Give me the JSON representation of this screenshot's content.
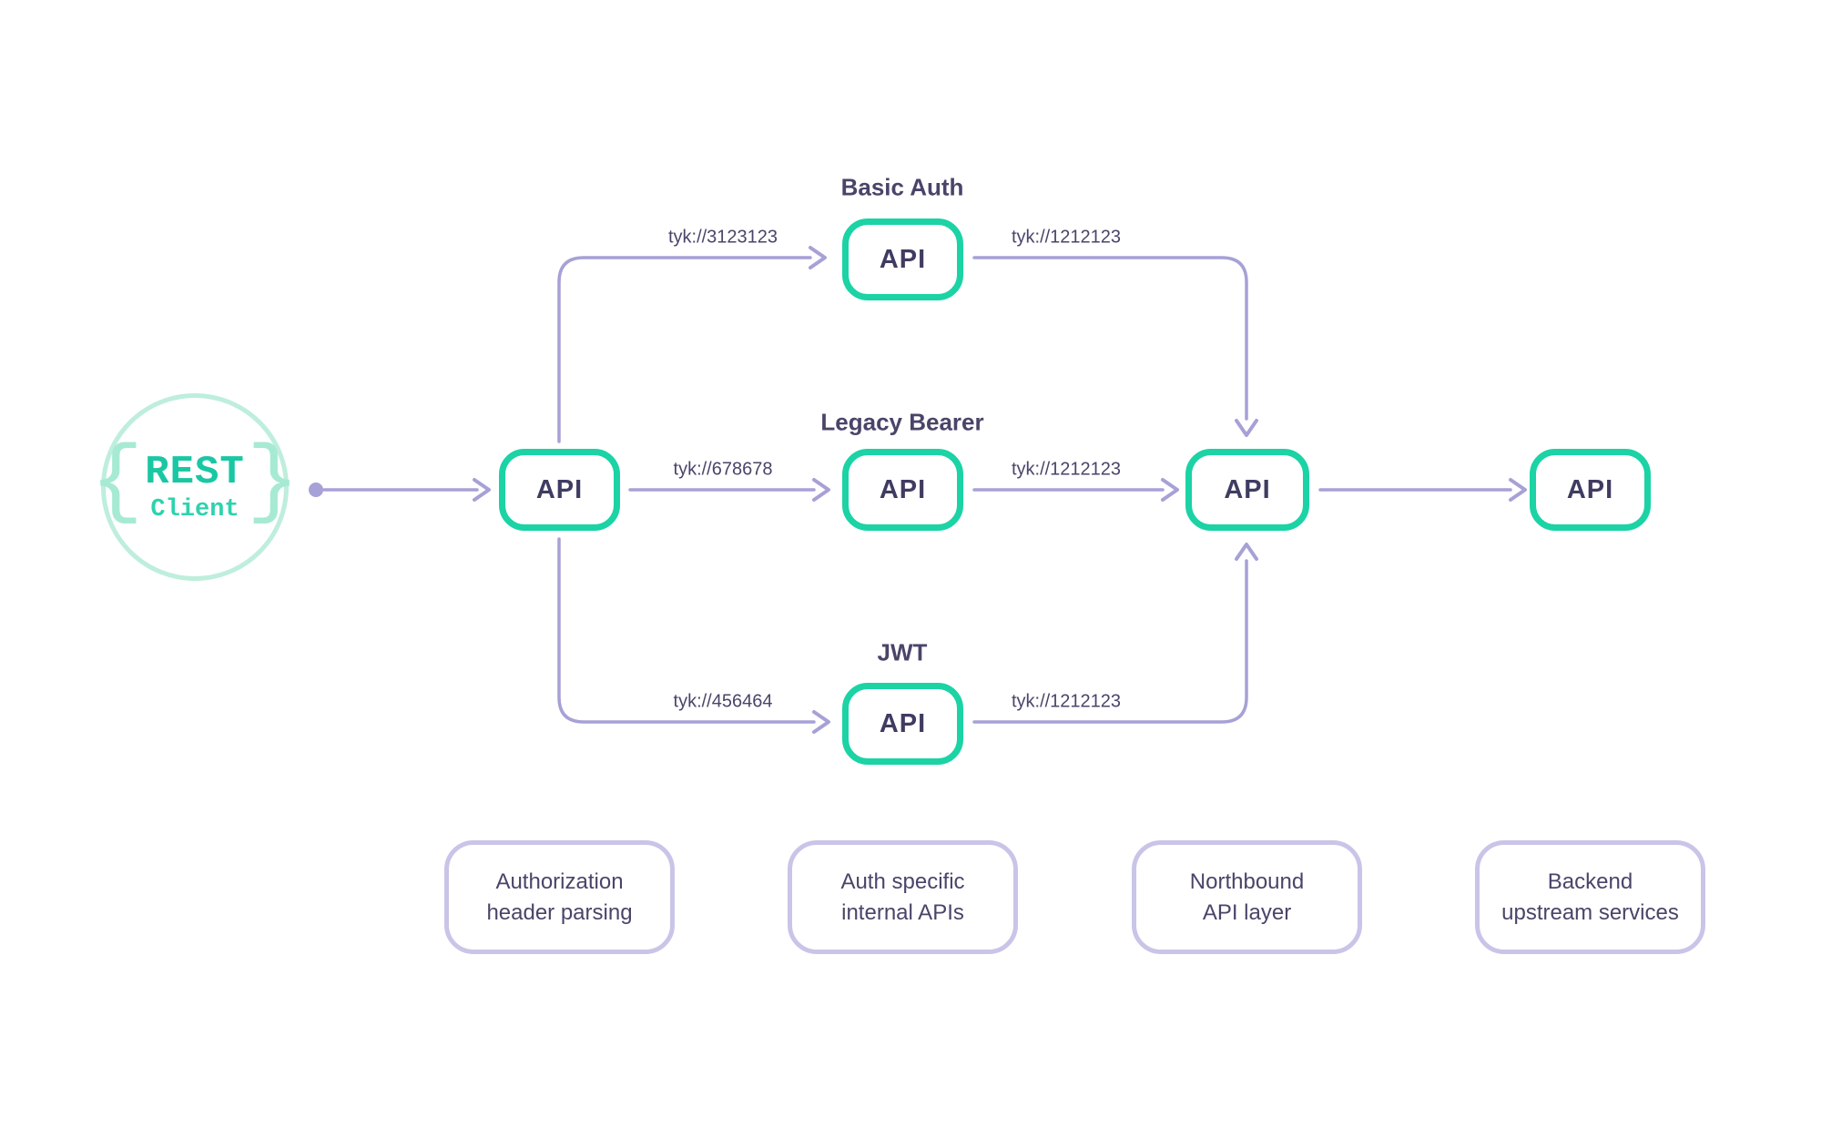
{
  "client": {
    "brace_left": "{",
    "brace_right": "}",
    "line1": "REST",
    "line2": "Client"
  },
  "nodes": {
    "gateway": {
      "label": "API"
    },
    "basic_auth": {
      "title": "Basic Auth",
      "label": "API"
    },
    "legacy_bearer": {
      "title": "Legacy Bearer",
      "label": "API"
    },
    "jwt": {
      "title": "JWT",
      "label": "API"
    },
    "northbound": {
      "label": "API"
    },
    "backend": {
      "label": "API"
    }
  },
  "edge_labels": {
    "gateway_to_basic": "tyk://3123123",
    "gateway_to_legacy": "tyk://678678",
    "gateway_to_jwt": "tyk://456464",
    "basic_to_northbound": "tyk://1212123",
    "legacy_to_northbound": "tyk://1212123",
    "jwt_to_northbound": "tyk://1212123"
  },
  "legend": {
    "items": [
      {
        "line1": "Authorization",
        "line2": "header parsing"
      },
      {
        "line1": "Auth specific",
        "line2": "internal APIs"
      },
      {
        "line1": "Northbound",
        "line2": "API layer"
      },
      {
        "line1": "Backend",
        "line2": "upstream services"
      }
    ]
  },
  "colors": {
    "teal": "#1BD3A5",
    "mint": "#BEEEDC",
    "brace": "#A6EAD4",
    "rest": "#19C7A3",
    "client": "#2ED2AE",
    "lavender": "#A6A1D6",
    "dark": "#494569",
    "api_text": "#3F3C62",
    "legend_border": "#C9C5E8"
  }
}
